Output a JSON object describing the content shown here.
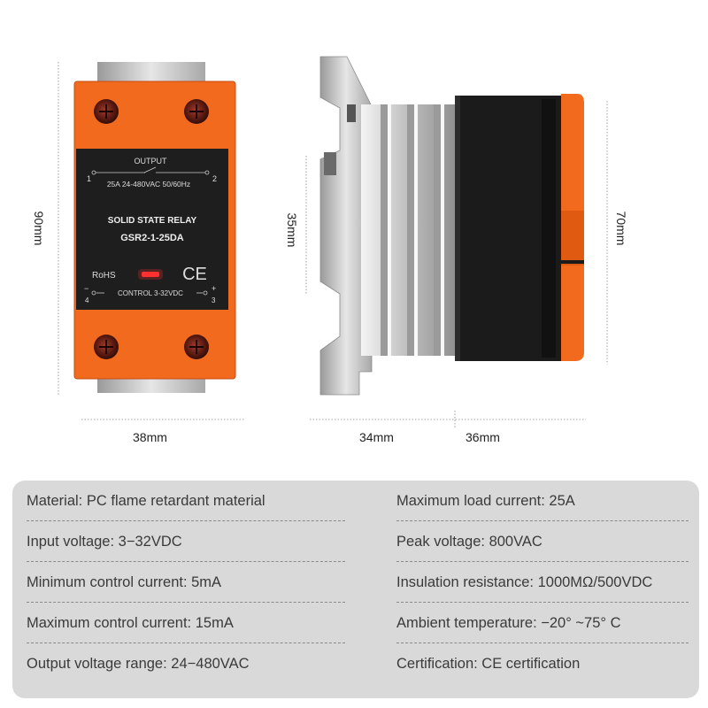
{
  "relay": {
    "output_label": "OUTPUT",
    "terminal_1": "1",
    "terminal_2": "2",
    "output_rating": "25A 24-480VAC 50/60Hz",
    "type_label": "SOLID STATE RELAY",
    "model": "GSR2-1-25DA",
    "rohs": "RoHS",
    "ce": "CE",
    "control_label": "CONTROL 3-32VDC",
    "terminal_minus": "−",
    "terminal_plus": "+",
    "terminal_4": "4",
    "terminal_3": "3"
  },
  "dimensions": {
    "height_front": "90mm",
    "width_front": "38mm",
    "heatsink_height": "35mm",
    "side_height": "70mm",
    "depth_heatsink": "34mm",
    "depth_body": "36mm"
  },
  "specs": {
    "left": [
      "Material: PC flame retardant material",
      "Input voltage: 3−32VDC",
      "Minimum control current: 5mA",
      "Maximum control current: 15mA",
      "Output voltage range: 24−480VAC"
    ],
    "right": [
      "Maximum load current: 25A",
      "Peak voltage: 800VAC",
      "Insulation resistance: 1000MΩ/500VDC",
      "Ambient temperature: −20°  ~75° C",
      "Certification: CE certification"
    ]
  },
  "colors": {
    "orange": "#f26a1e",
    "black": "#1a1a1a",
    "aluminum": "#cfcfcf",
    "panel": "#d9d9d9"
  }
}
